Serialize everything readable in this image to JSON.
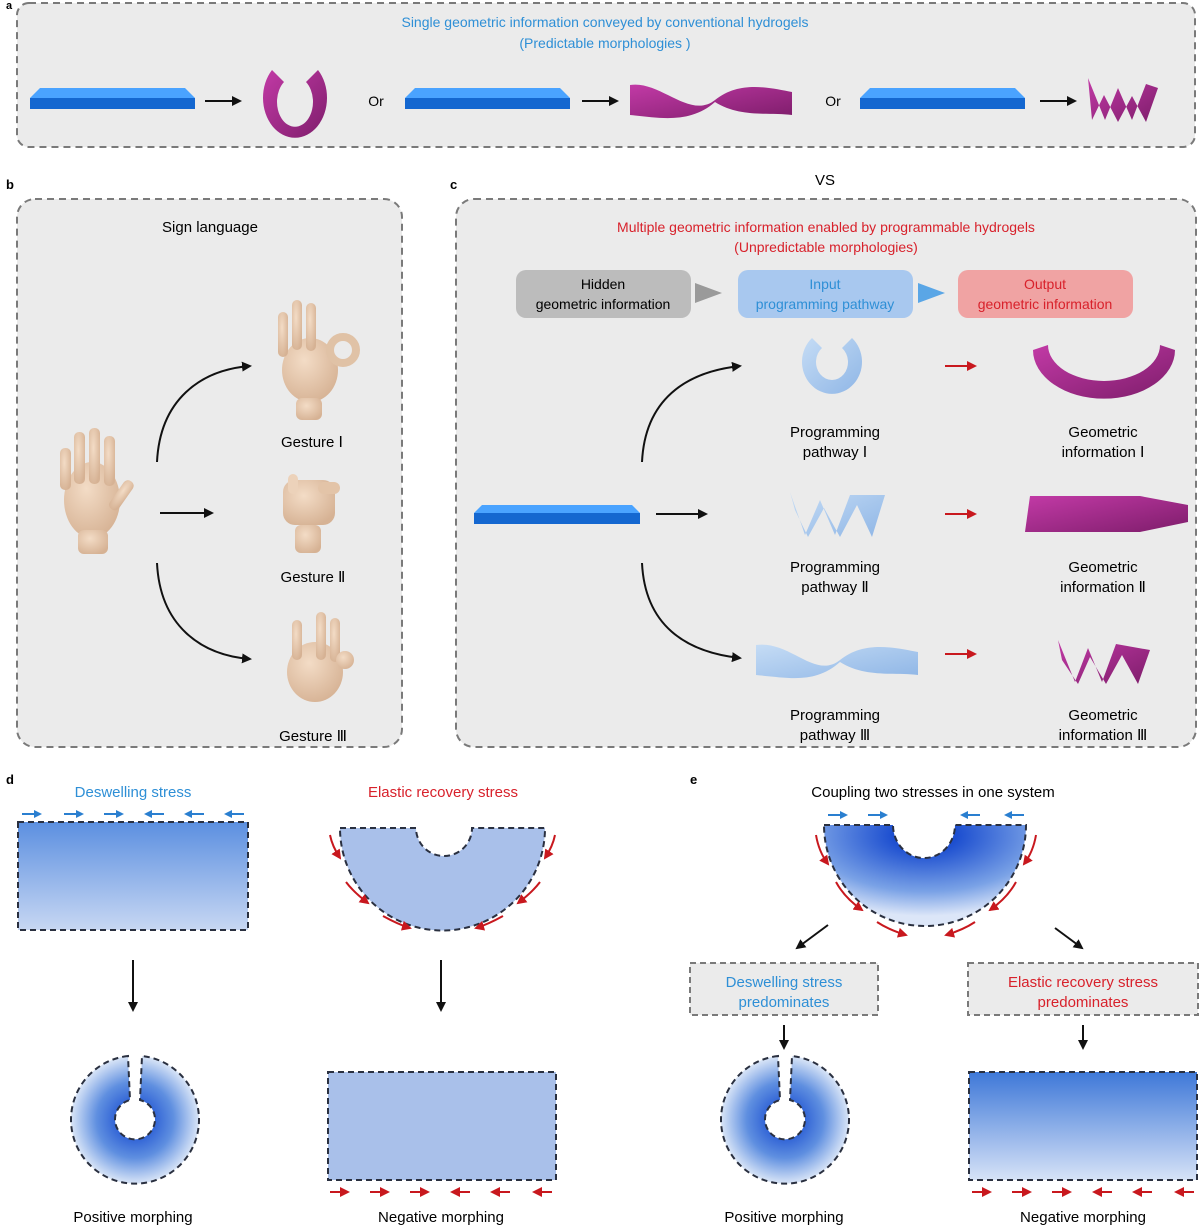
{
  "panel_a": {
    "letter": "a",
    "title": "Single geometric information conveyed by conventional hydrogels",
    "subtitle": "(Predictable morphologies )",
    "or_1": "Or",
    "or_2": "Or"
  },
  "panel_b": {
    "letter": "b",
    "title": "Sign language",
    "gesture_1": "Gesture Ⅰ",
    "gesture_2": "Gesture Ⅱ",
    "gesture_3": "Gesture Ⅲ"
  },
  "vs_label": "VS",
  "panel_c": {
    "letter": "c",
    "title": "Multiple geometric information enabled by programmable hydrogels",
    "subtitle": "(Unpredictable morphologies)",
    "hidden_line1": "Hidden",
    "hidden_line2": "geometric information",
    "input_line1": "Input",
    "input_line2": "programming pathway",
    "output_line1": "Output",
    "output_line2": "geometric information",
    "pathway_1_line1": "Programming",
    "pathway_1_line2": "pathway Ⅰ",
    "pathway_2_line1": "Programming",
    "pathway_2_line2": "pathway Ⅱ",
    "pathway_3_line1": "Programming",
    "pathway_3_line2": "pathway Ⅲ",
    "info_1_line1": "Geometric",
    "info_1_line2": "information Ⅰ",
    "info_2_line1": "Geometric",
    "info_2_line2": "information Ⅱ",
    "info_3_line1": "Geometric",
    "info_3_line2": "information Ⅲ"
  },
  "panel_d": {
    "letter": "d",
    "deswelling_title": "Deswelling stress",
    "elastic_title": "Elastic recovery stress",
    "positive_label": "Positive morphing",
    "negative_label": "Negative morphing"
  },
  "panel_e": {
    "letter": "e",
    "title": "Coupling two stresses in one system",
    "deswelling_line1": "Deswelling stress",
    "deswelling_line2": "predominates",
    "elastic_line1": "Elastic recovery stress",
    "elastic_line2": "predominates",
    "positive_label": "Positive morphing",
    "negative_label": "Negative morphing"
  },
  "colors": {
    "blue_text": "#2e8fd6",
    "red_text": "#d8212b",
    "hydrogel_blue": "#1a78e0",
    "shape_magenta": "#a52a8e",
    "panel_bg": "#ebebeb",
    "light_blue_shape": "#a9c4ea",
    "arrow_red": "#c8181e"
  },
  "icons": {
    "hand_open": "open-hand-icon",
    "hand_ok": "ok-gesture-icon",
    "hand_fist": "fist-gesture-icon",
    "hand_three": "three-finger-gesture-icon"
  }
}
